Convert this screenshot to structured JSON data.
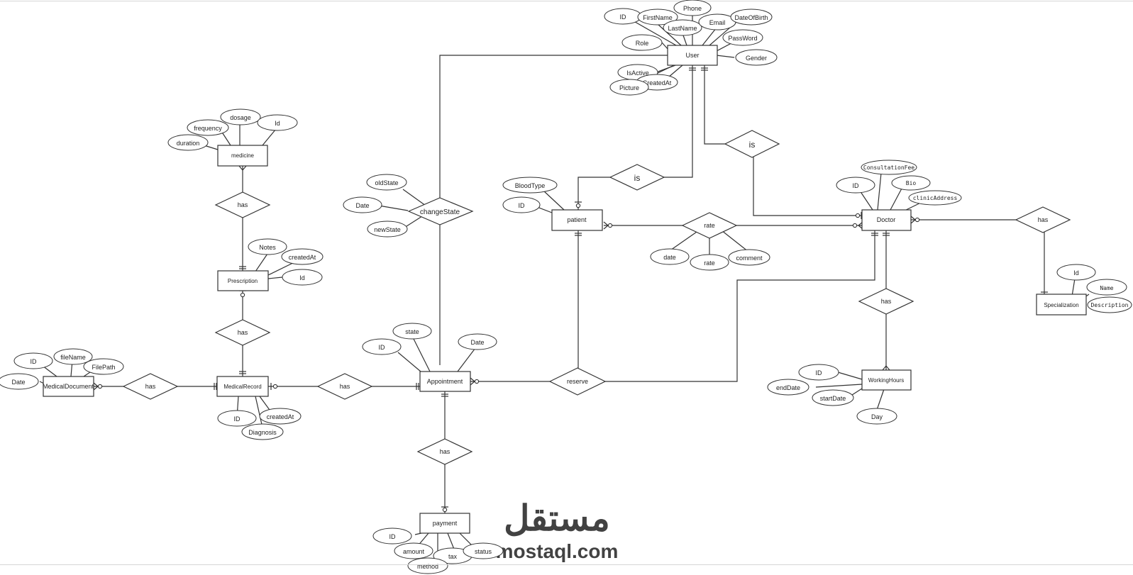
{
  "diagram": {
    "entities": [
      {
        "id": "user",
        "label": "User"
      },
      {
        "id": "patient",
        "label": "patient"
      },
      {
        "id": "doctor",
        "label": "Doctor"
      },
      {
        "id": "medicine",
        "label": "medicine"
      },
      {
        "id": "prescription",
        "label": "Prescription"
      },
      {
        "id": "medicalrecord",
        "label": "MedicalRecord"
      },
      {
        "id": "medicaldocument",
        "label": "MedicalDocument"
      },
      {
        "id": "appointment",
        "label": "Appointment"
      },
      {
        "id": "payment",
        "label": "payment"
      },
      {
        "id": "specialization",
        "label": "Specialization"
      },
      {
        "id": "workinghours",
        "label": "WorkingHours"
      }
    ],
    "relationships": [
      {
        "id": "is-patient",
        "label": "is"
      },
      {
        "id": "is-doctor",
        "label": "is"
      },
      {
        "id": "rate",
        "label": "rate"
      },
      {
        "id": "changestate",
        "label": "changeState"
      },
      {
        "id": "has-medicine",
        "label": "has"
      },
      {
        "id": "has-prescription",
        "label": "has"
      },
      {
        "id": "has-document",
        "label": "has"
      },
      {
        "id": "has-record",
        "label": "has"
      },
      {
        "id": "has-payment",
        "label": "has"
      },
      {
        "id": "reserve",
        "label": "reserve"
      },
      {
        "id": "has-specialization",
        "label": "has"
      },
      {
        "id": "has-workinghours",
        "label": "has"
      }
    ],
    "attributes": [
      {
        "id": "user-id",
        "label": "ID"
      },
      {
        "id": "user-firstname",
        "label": "FirstName"
      },
      {
        "id": "user-phone",
        "label": "Phone"
      },
      {
        "id": "user-lastname",
        "label": "LastName"
      },
      {
        "id": "user-email",
        "label": "Email"
      },
      {
        "id": "user-dob",
        "label": "DateOfBirth"
      },
      {
        "id": "user-password",
        "label": "PassWord"
      },
      {
        "id": "user-role",
        "label": "Role"
      },
      {
        "id": "user-gender",
        "label": "Gender"
      },
      {
        "id": "user-isactive",
        "label": "IsActive"
      },
      {
        "id": "user-createdat",
        "label": "CreatedAt"
      },
      {
        "id": "user-picture",
        "label": "Picture"
      },
      {
        "id": "patient-bloodtype",
        "label": "BloodType"
      },
      {
        "id": "patient-id",
        "label": "ID"
      },
      {
        "id": "doctor-fee",
        "label": "ConsultationFee"
      },
      {
        "id": "doctor-id",
        "label": "ID"
      },
      {
        "id": "doctor-bio",
        "label": "Bio"
      },
      {
        "id": "doctor-address",
        "label": "clinicAddress"
      },
      {
        "id": "rate-date",
        "label": "date"
      },
      {
        "id": "rate-rate",
        "label": "rate"
      },
      {
        "id": "rate-comment",
        "label": "comment"
      },
      {
        "id": "medicine-dosage",
        "label": "dosage"
      },
      {
        "id": "medicine-frequency",
        "label": "frequency"
      },
      {
        "id": "medicine-id",
        "label": "Id"
      },
      {
        "id": "medicine-duration",
        "label": "duration"
      },
      {
        "id": "prescription-notes",
        "label": "Notes"
      },
      {
        "id": "prescription-createdat",
        "label": "createdAt"
      },
      {
        "id": "prescription-id",
        "label": "Id"
      },
      {
        "id": "cs-oldstate",
        "label": "oldState"
      },
      {
        "id": "cs-date",
        "label": "Date"
      },
      {
        "id": "cs-newstate",
        "label": "newState"
      },
      {
        "id": "md-id",
        "label": "ID"
      },
      {
        "id": "md-filename",
        "label": "fileName"
      },
      {
        "id": "md-filepath",
        "label": "FilePath"
      },
      {
        "id": "md-date",
        "label": "Date"
      },
      {
        "id": "mr-id",
        "label": "ID"
      },
      {
        "id": "mr-createdat",
        "label": "createdAt"
      },
      {
        "id": "mr-diagnosis",
        "label": "Diagnosis"
      },
      {
        "id": "appt-state",
        "label": "state"
      },
      {
        "id": "appt-id",
        "label": "ID"
      },
      {
        "id": "appt-date",
        "label": "Date"
      },
      {
        "id": "pay-id",
        "label": "ID"
      },
      {
        "id": "pay-amount",
        "label": "amount"
      },
      {
        "id": "pay-tax",
        "label": "tax"
      },
      {
        "id": "pay-status",
        "label": "status"
      },
      {
        "id": "pay-method",
        "label": "method"
      },
      {
        "id": "spec-id",
        "label": "Id"
      },
      {
        "id": "spec-name",
        "label": "Name"
      },
      {
        "id": "spec-description",
        "label": "Description"
      },
      {
        "id": "wh-id",
        "label": "ID"
      },
      {
        "id": "wh-enddate",
        "label": "endDate"
      },
      {
        "id": "wh-startdate",
        "label": "startDate"
      },
      {
        "id": "wh-day",
        "label": "Day"
      }
    ]
  },
  "watermark": {
    "arabic": "مستقل",
    "latin": "mostaql.com"
  }
}
